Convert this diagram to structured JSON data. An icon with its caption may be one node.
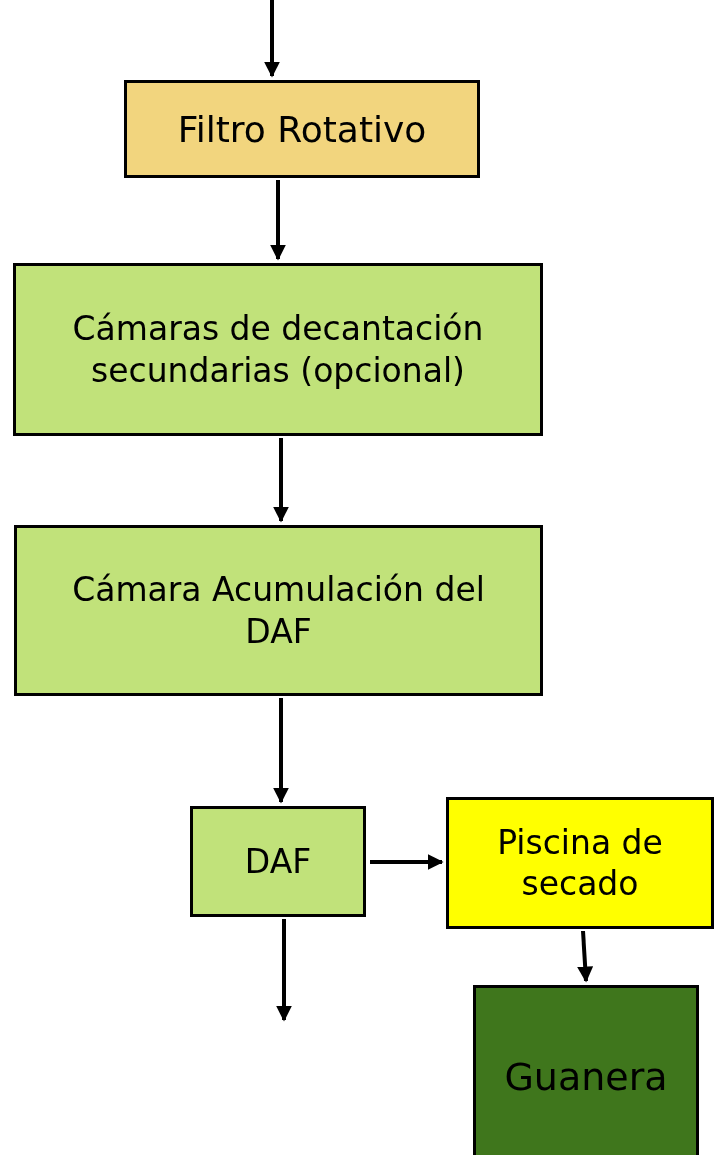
{
  "diagram": {
    "nodes": [
      {
        "text": [
          "Filtro Rotativo"
        ]
      },
      {
        "text": [
          "Cámaras de decantación secundarias (opcional)"
        ]
      },
      {
        "text": [
          "Cámara Acumulación del DAF"
        ]
      },
      {
        "text": [
          "DAF"
        ]
      },
      {
        "text": [
          "Piscina de secado"
        ]
      },
      {
        "text": [
          "Guanera"
        ]
      }
    ],
    "edges": [
      {
        "from": null,
        "to": 0,
        "arrow": "to"
      },
      {
        "from": 0,
        "to": 1,
        "arrow": "to"
      },
      {
        "from": 1,
        "to": 2,
        "arrow": "to"
      },
      {
        "from": 2,
        "to": 3,
        "arrow": "to"
      },
      {
        "from": 3,
        "to": 4,
        "arrow": "to"
      },
      {
        "from": 4,
        "to": 5,
        "arrow": "to"
      },
      {
        "from": 3,
        "to": null,
        "arrow": "to"
      }
    ]
  }
}
